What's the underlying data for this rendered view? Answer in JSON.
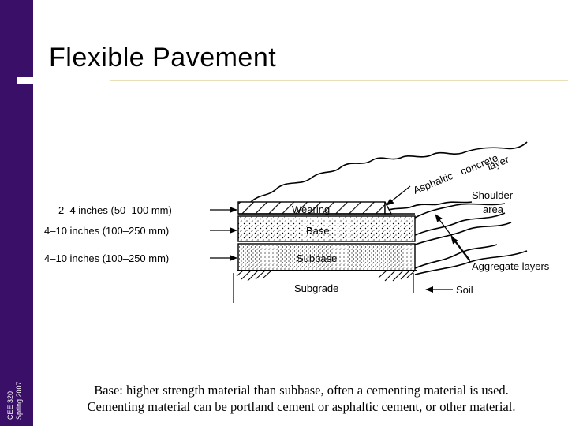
{
  "slide": {
    "title": "Flexible Pavement",
    "sidebar": {
      "course": "CEE 320",
      "term": "Spring 2007"
    }
  },
  "diagram": {
    "thickness_labels": [
      "2–4 inches (50–100 mm)",
      "4–10 inches (100–250 mm)",
      "4–10 inches (100–250 mm)"
    ],
    "layers": [
      "Wearing",
      "Base",
      "Subbase",
      "Subgrade"
    ],
    "asphaltic_label": [
      "Asphaltic",
      "concrete",
      "layer"
    ],
    "shoulder_label": [
      "Shoulder",
      "area"
    ],
    "aggregate_label": "Aggregate layers",
    "soil_label": "Soil"
  },
  "caption": {
    "line1": "Base: higher strength material than subbase, often a cementing material is used.",
    "line2": "Cementing material can be portland cement or asphaltic cement, or other material."
  },
  "colors": {
    "sidebar": "#3a0f68",
    "title_rule": "#e8dfb8"
  }
}
